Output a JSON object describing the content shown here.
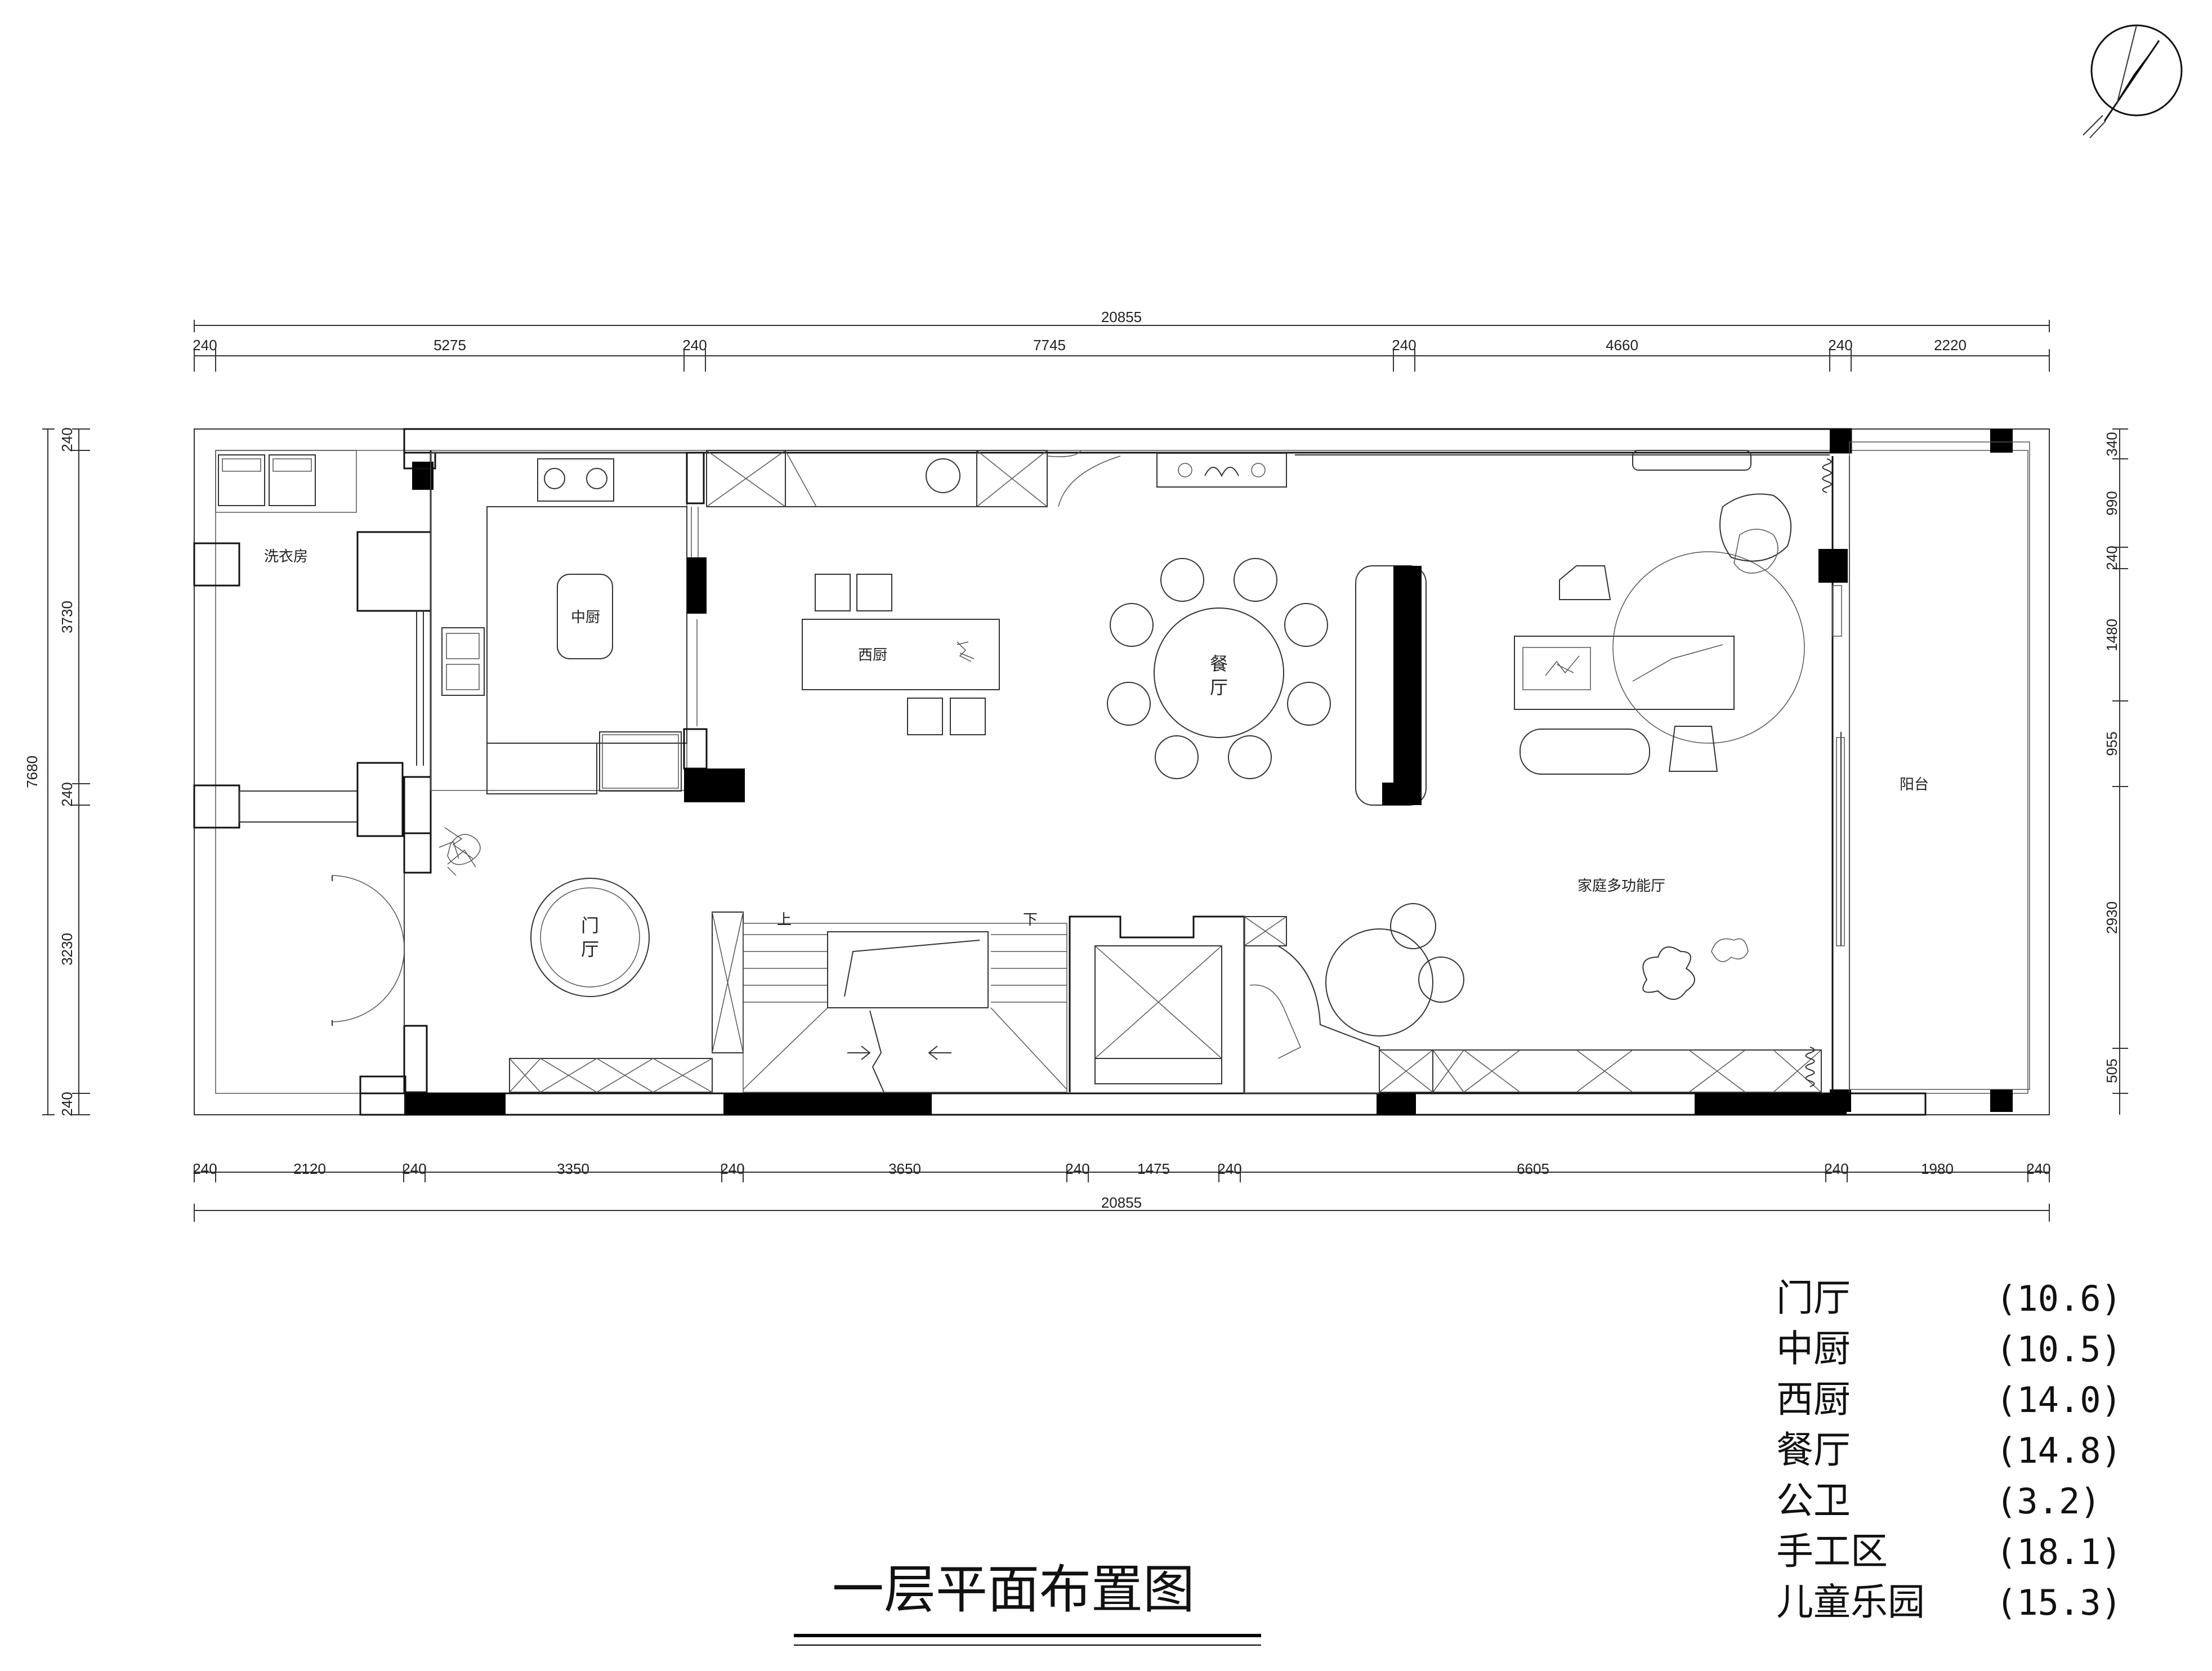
{
  "title": "一层平面布置图",
  "dimensions": {
    "top_total": "20855",
    "top": [
      "240",
      "5275",
      "240",
      "7745",
      "240",
      "4660",
      "240",
      "2220"
    ],
    "bottom": [
      "240",
      "2120",
      "240",
      "3350",
      "240",
      "3650",
      "240",
      "1475",
      "240",
      "6605",
      "240",
      "1980",
      "240"
    ],
    "bottom_total": "20855",
    "left_total": "7680",
    "left": [
      "240",
      "3730",
      "240",
      "3230",
      "240"
    ],
    "right": [
      "340",
      "990",
      "240",
      "1480",
      "955",
      "2930",
      "505"
    ]
  },
  "rooms": {
    "laundry": "洗衣房",
    "middle_kitchen": "中厨",
    "western_kitchen": "西厨",
    "dining_1": "餐",
    "dining_2": "厅",
    "family_hall": "家庭多功能厅",
    "balcony": "阳台",
    "foyer_1": "门",
    "foyer_2": "厅",
    "stair_up": "上",
    "stair_down": "下"
  },
  "area_table": [
    {
      "name": "门厅",
      "value": "(10.6)"
    },
    {
      "name": "中厨",
      "value": "(10.5)"
    },
    {
      "name": "西厨",
      "value": "(14.0)"
    },
    {
      "name": "餐厅",
      "value": "(14.8)"
    },
    {
      "name": "公卫",
      "value": "(3.2)"
    },
    {
      "name": "手工区",
      "value": "(18.1)"
    },
    {
      "name": "儿童乐园",
      "value": "(15.3)"
    }
  ],
  "icons": [
    "north-arrow-icon"
  ]
}
